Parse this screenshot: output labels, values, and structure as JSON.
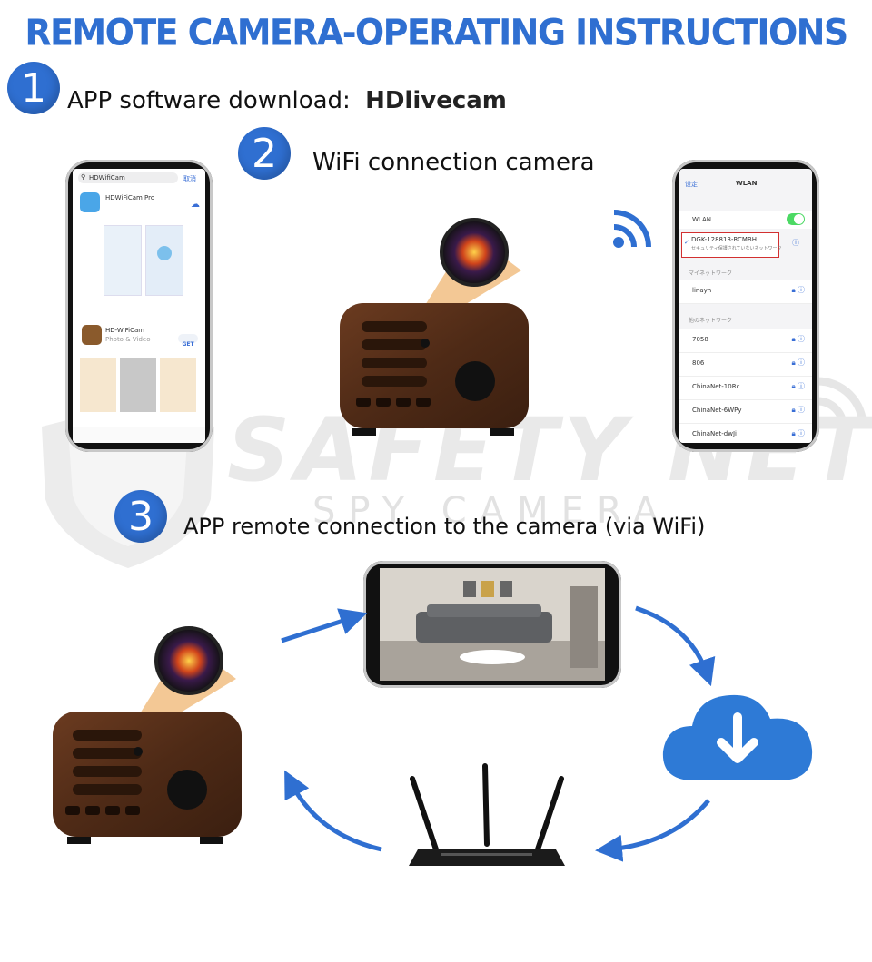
{
  "page": {
    "title": "REMOTE CAMERA-OPERATING INSTRUCTIONS",
    "accent_color": "#2f6fd1",
    "cloud_color": "#2e7ad6"
  },
  "steps": [
    {
      "number": "1",
      "text": "APP software download:",
      "app_name": "HDlivecam"
    },
    {
      "number": "2",
      "text": "WiFi connection camera"
    },
    {
      "number": "3",
      "text": "APP remote connection to the camera (via WiFi)"
    }
  ],
  "watermark": {
    "line1": "SAFETY NET",
    "line2": "SPY CAMERA"
  },
  "app_store_screen": {
    "search_text": "HDWifiCam",
    "cancel": "取消",
    "app1_name": "HDWiFiCam Pro",
    "app2_name": "HD-WiFiCam",
    "app2_sub": "Photo & Video",
    "get_button": "GET"
  },
  "wlan_screen": {
    "back": "设定",
    "title": "WLAN",
    "wlan_label": "WLAN",
    "connected_network": "DGK-128813-RCMBH",
    "connected_note": "セキュリティ保護されていないネットワーク",
    "my_networks_header": "マイネットワーク",
    "my_networks": [
      "linayn"
    ],
    "other_networks_header": "他のネットワーク",
    "other_networks": [
      "7058",
      "806",
      "ChinaNet-10Rc",
      "ChinaNet-6WPy",
      "ChinaNet-dwJi"
    ]
  }
}
